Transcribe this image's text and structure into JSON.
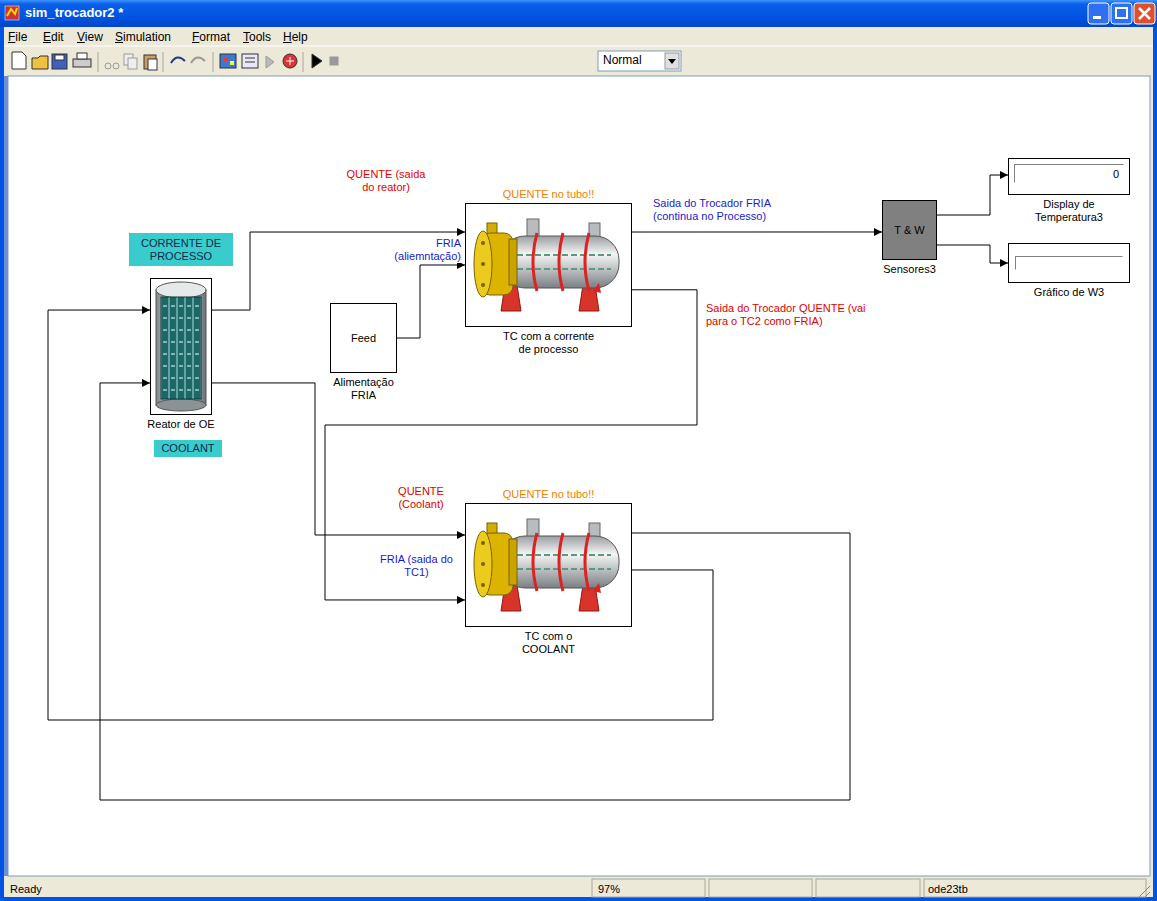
{
  "diagram": {
    "title": "sim_trocador2 *",
    "nodes": [
      {
        "text": [
          "CORRENTE DE PROCESSO"
        ]
      },
      {
        "text": [
          "Reator de OE"
        ]
      },
      {
        "text": [
          "COOLANT"
        ]
      },
      {
        "text": [
          "Feed",
          "Alimentação FRIA"
        ]
      },
      {
        "text": [
          "QUENTE no tubo!!",
          "TC com a corrente de processo"
        ]
      },
      {
        "text": [
          "QUENTE no tubo!!",
          "TC com o COOLANT"
        ]
      },
      {
        "text": [
          "T & W",
          "Sensores3"
        ]
      },
      {
        "text": [
          "0",
          "Display de Temperatura3"
        ]
      },
      {
        "text": [
          "Gráfico de W3"
        ]
      }
    ],
    "edges": [
      {
        "from": 1,
        "to": 4,
        "label": "QUENTE (saida do reator)",
        "arrow": "to"
      },
      {
        "from": 3,
        "to": 4,
        "label": "FRIA (aliemntação)",
        "arrow": "to"
      },
      {
        "from": 4,
        "to": 6,
        "label": "Saida do Trocador FRIA (continua no Processo)",
        "arrow": "to"
      },
      {
        "from": 4,
        "to": 5,
        "label": "Saida do Trocador QUENTE (vai para o TC2 como FRIA)",
        "arrow": "to"
      },
      {
        "from": 1,
        "to": 5,
        "label": "QUENTE (Coolant)",
        "arrow": "to"
      },
      {
        "from": 5,
        "to": 1,
        "arrow": "to"
      },
      {
        "from": 5,
        "to": 1,
        "arrow": "to"
      },
      {
        "from": 6,
        "to": 7,
        "arrow": "to"
      },
      {
        "from": 6,
        "to": 8,
        "arrow": "to"
      }
    ],
    "labels": [
      "File",
      "Edit",
      "View",
      "Simulation",
      "Format",
      "Tools",
      "Help",
      "Normal",
      "FRIA (saida do TC1)",
      "Ready",
      "97%",
      "ode23tb"
    ]
  }
}
